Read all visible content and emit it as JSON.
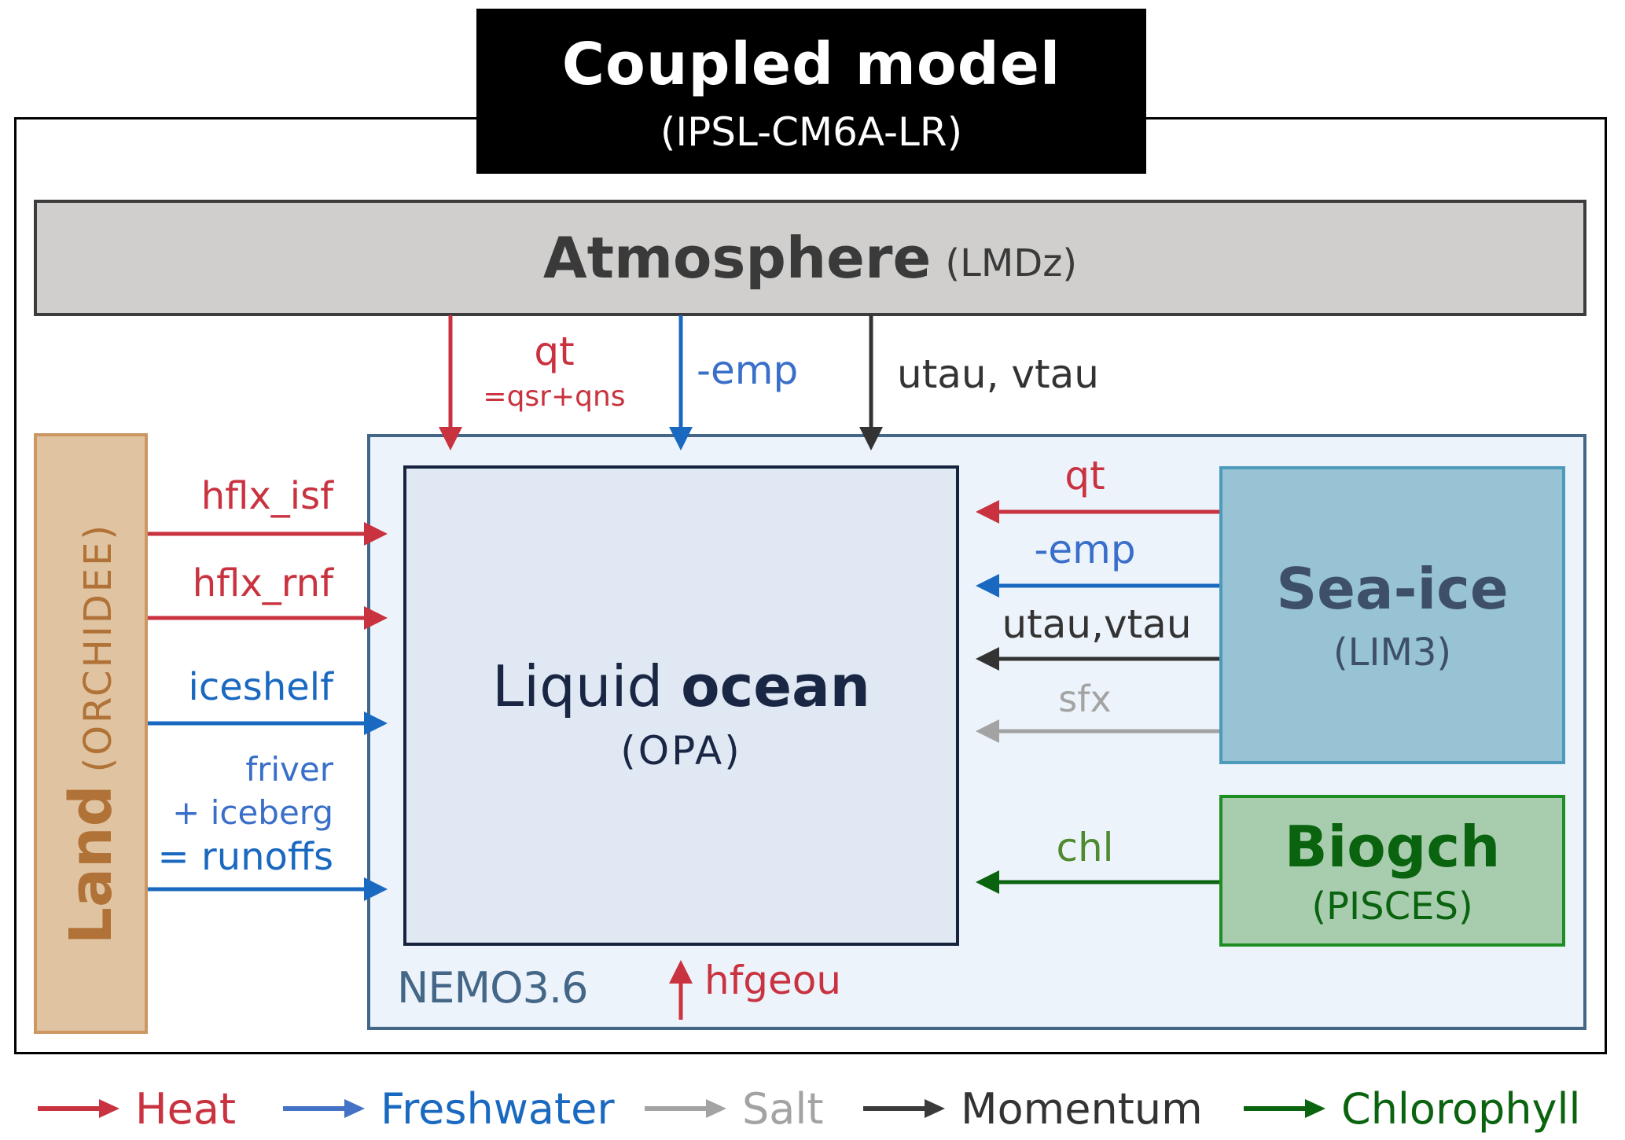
{
  "title": {
    "main": "Coupled model",
    "sub": "(IPSL-CM6A-LR)"
  },
  "atmosphere": {
    "name": "Atmosphere",
    "sub": "(LMDz)"
  },
  "land": {
    "name": "Land",
    "sub": "(ORCHIDEE)"
  },
  "nemo": {
    "label": "NEMO3.6"
  },
  "ocean": {
    "name_light": "Liquid",
    "name_bold": "ocean",
    "sub": "(OPA)"
  },
  "seaice": {
    "name": "Sea-ice",
    "sub": "(LIM3)"
  },
  "biogch": {
    "name": "Biogch",
    "sub": "(PISCES)"
  },
  "fluxes": {
    "atmos_to_ocean": [
      {
        "label": "qt",
        "sublabel": "=qsr+qns",
        "type": "heat"
      },
      {
        "label": "-emp",
        "type": "freshwater"
      },
      {
        "label": "utau, vtau",
        "type": "momentum"
      }
    ],
    "land_to_ocean": [
      {
        "label": "hflx_isf",
        "type": "heat"
      },
      {
        "label": "hflx_rnf",
        "type": "heat"
      },
      {
        "label": "iceshelf",
        "type": "freshwater"
      },
      {
        "label_lines": [
          "friver",
          "+ iceberg",
          "= runoffs"
        ],
        "type": "freshwater"
      }
    ],
    "seaice_to_ocean": [
      {
        "label": "qt",
        "type": "heat"
      },
      {
        "label": "-emp",
        "type": "freshwater"
      },
      {
        "label": "utau,vtau",
        "type": "momentum"
      },
      {
        "label": "sfx",
        "type": "salt"
      }
    ],
    "biogch_to_ocean": [
      {
        "label": "chl",
        "type": "chlorophyll"
      }
    ],
    "bottom_to_ocean": [
      {
        "label": "hfgeou",
        "type": "heat"
      }
    ]
  },
  "legend": [
    {
      "label": "Heat",
      "type": "heat"
    },
    {
      "label": "Freshwater",
      "type": "freshwater"
    },
    {
      "label": "Salt",
      "type": "salt"
    },
    {
      "label": "Momentum",
      "type": "momentum"
    },
    {
      "label": "Chlorophyll",
      "type": "chlorophyll"
    }
  ],
  "colors": {
    "heat": "#c9323f",
    "freshwater": "#1a69c0",
    "salt": "#a3a3a3",
    "momentum": "#333333",
    "chlorophyll": "#0a630f"
  }
}
